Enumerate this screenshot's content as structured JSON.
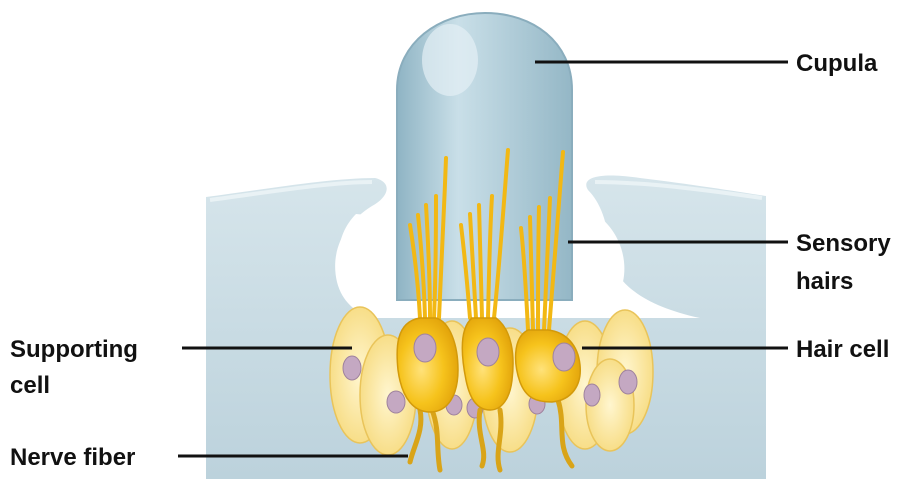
{
  "labels": {
    "cupula": "Cupula",
    "sensory_hairs": [
      "Sensory",
      "hairs"
    ],
    "hair_cell": "Hair cell",
    "supporting_cell": [
      "Supporting",
      "cell"
    ],
    "nerve_fiber": "Nerve fiber"
  },
  "colors": {
    "tissue": "#c7d9e1",
    "cupula": "#a9c8d5",
    "hair_cell": "#f5c21a",
    "supporting_cell": "#fbe7a2",
    "nucleus": "#c4a8c2",
    "sensory_hair": "#f2b814",
    "nerve_fiber": "#d9a418",
    "text": "#111111"
  }
}
